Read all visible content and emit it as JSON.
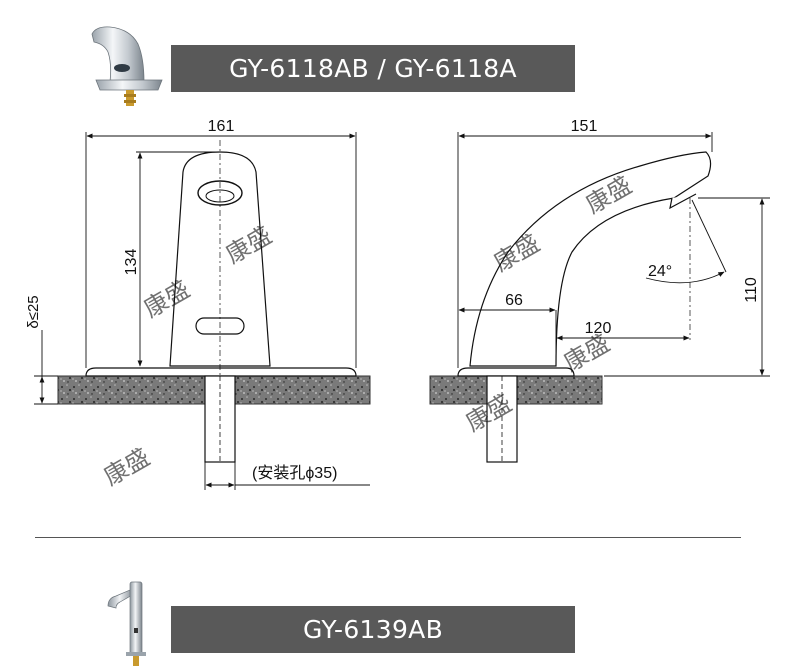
{
  "models": {
    "top": "GY-6118AB  /  GY-6118A",
    "bottom": "GY-6139AB"
  },
  "front_view": {
    "width": "161",
    "height": "134",
    "deck_thickness": "δ≤25",
    "hole_note": "(安装孔ϕ35)"
  },
  "side_view": {
    "length": "151",
    "angle": "24°",
    "reach_short": "66",
    "reach_long": "120",
    "height": "110"
  },
  "watermark": "康盛"
}
